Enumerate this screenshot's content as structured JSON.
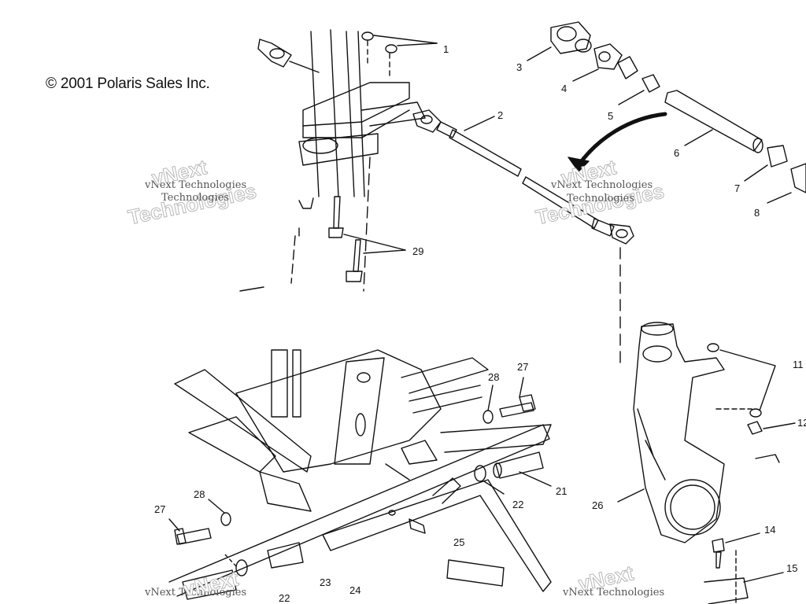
{
  "copyright": "© 2001 Polaris Sales Inc.",
  "watermarks": {
    "line1": "vNext",
    "line2": "vNext Technologies",
    "line3": "Technologies"
  },
  "callouts": {
    "n1": "1",
    "n2": "2",
    "n3": "3",
    "n4": "4",
    "n5": "5",
    "n6": "6",
    "n7": "7",
    "n8": "8",
    "n11": "11",
    "n12": "12",
    "n14": "14",
    "n15": "15",
    "n21": "21",
    "n22a": "22",
    "n22b": "22",
    "n23": "23",
    "n24": "24",
    "n25": "25",
    "n26": "26",
    "n27a": "27",
    "n27b": "27",
    "n28a": "28",
    "n28b": "28",
    "n29": "29"
  },
  "colors": {
    "ink": "#111111",
    "watermark": "#b8b8b8",
    "background": "#ffffff"
  }
}
